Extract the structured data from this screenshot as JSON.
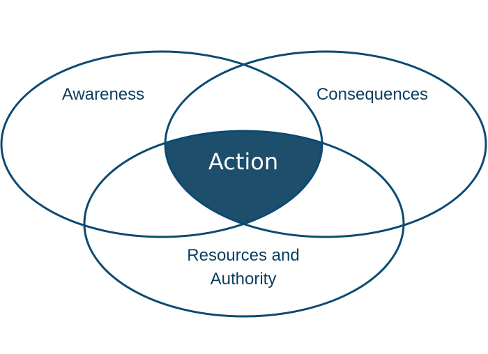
{
  "diagram": {
    "sets": [
      {
        "id": "awareness",
        "label": "Awareness"
      },
      {
        "id": "consequences",
        "label": "Consequences"
      },
      {
        "id": "resources",
        "label_line1": "Resources and",
        "label_line2": "Authority"
      }
    ],
    "intersection": {
      "label": "Action"
    },
    "colors": {
      "outline": "#0b4a73",
      "intersection_fill": "#1d4e6b",
      "text": "#0b3d5e",
      "intersection_text": "#ffffff"
    }
  }
}
